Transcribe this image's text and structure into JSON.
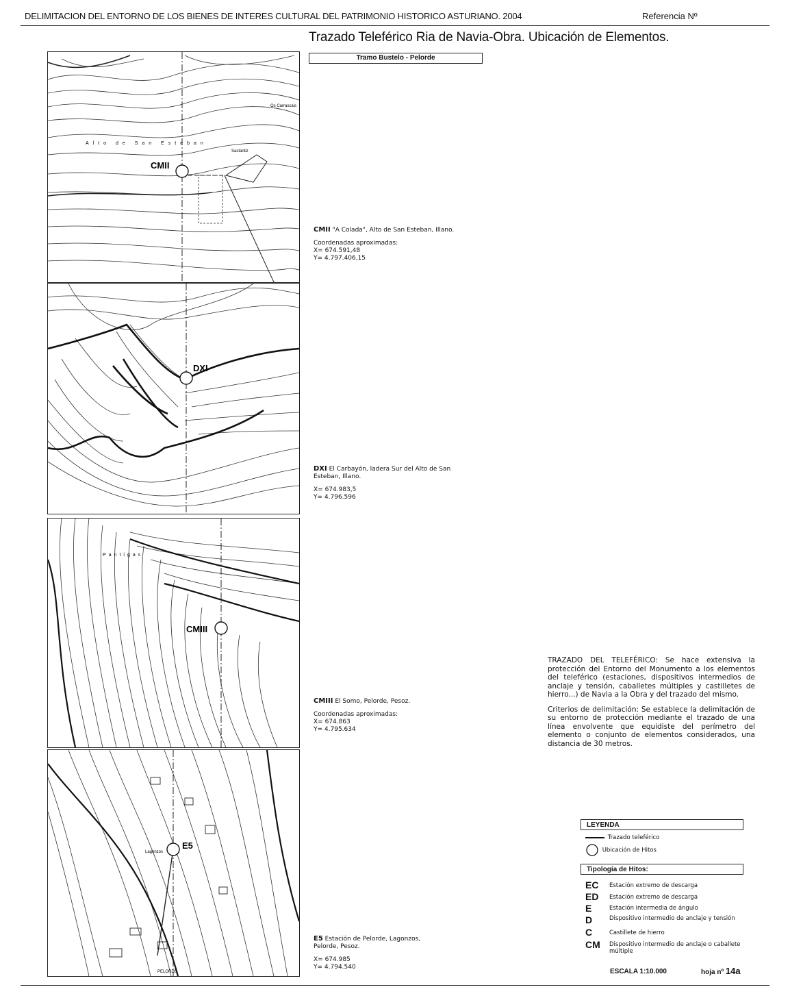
{
  "header": {
    "title": "DELIMITACION DEL ENTORNO DE LOS BIENES DE INTERES CULTURAL DEL PATRIMONIO HISTORICO ASTURIANO. 2004",
    "reference": "Referencia Nº"
  },
  "sheet_title": "Trazado Teleférico Ria de Navia-Obra. Ubicación de Elementos.",
  "section": "Tramo Bustelo - Pelorde",
  "maps": [
    {
      "marker": "CMII",
      "labels": [
        "Os Carrascais",
        "Alto de San Esteban",
        "Sastantiz"
      ],
      "caption_code": "CMII",
      "caption_text": "\"A Colada\", Alto de San Esteban, Illano.",
      "coords_title": "Coordenadas aproximadas:",
      "x": "X= 674.591,48",
      "y": "Y= 4.797.406,15"
    },
    {
      "marker": "DXI",
      "labels": [],
      "caption_code": "DXI",
      "caption_text": "El Carbayón, ladera Sur del Alto de San Esteban, Illano.",
      "coords_title": "",
      "x": "X= 674.983,5",
      "y": "Y= 4.796.596"
    },
    {
      "marker": "CMIII",
      "labels": [
        "Pantigas"
      ],
      "caption_code": "CMIII",
      "caption_text": "El Somo, Pelorde, Pesoz.",
      "coords_title": "Coordenadas aproximadas:",
      "x": "X= 674.863",
      "y": "Y= 4.795.634"
    },
    {
      "marker": "E5",
      "labels": [
        "Lagonzos",
        "PELORDE"
      ],
      "caption_code": "E5",
      "caption_text": "Estación de Pelorde, Lagonzos, Pelorde, Pesoz.",
      "coords_title": "",
      "x": "X= 674.985",
      "y": "Y= 4.794.540"
    }
  ],
  "trazado": {
    "p1": "TRAZADO DEL TELEFÉRICO: Se hace extensiva la protección del Entorno del Monumento a los elementos del teleférico (estaciones, dispositivos intermedios de anclaje y tensión, caballetes múltiples y castilletes de hierro...) de Navia a la Obra y del trazado del mismo.",
    "p2": "Criterios de delimitación: Se establece la delimitación de su entorno de protección mediante el trazado de una línea envolvente que equidiste del perímetro del elemento o conjunto de elementos considerados, una distancia de 30 metros."
  },
  "legend": {
    "title": "LEYENDA",
    "items": [
      "Trazado teleférico",
      "Ubicación de Hitos"
    ],
    "typology_title": "Tipología de Hitos:",
    "types": [
      {
        "code": "EC",
        "desc": "Estación extremo de descarga"
      },
      {
        "code": "ED",
        "desc": "Estación extremo de descarga"
      },
      {
        "code": "E",
        "desc": "Estación intermedia de ángulo"
      },
      {
        "code": "D",
        "desc": "Dispositivo intermedio de anclaje y tensión"
      },
      {
        "code": "C",
        "desc": "Castillete de hierro"
      },
      {
        "code": "CM",
        "desc": "Dispositivo intermedio de anclaje o caballete múltiple"
      }
    ]
  },
  "footer": {
    "scale": "ESCALA 1:10.000",
    "sheet_label": "hoja nº",
    "sheet_number": "14a"
  }
}
